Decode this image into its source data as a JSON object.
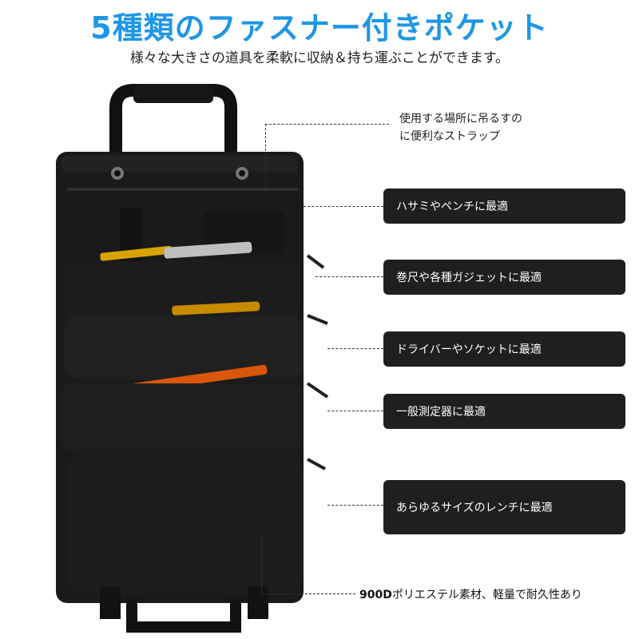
{
  "header": {
    "title": "5種類のファスナー付きポケット",
    "subtitle": "様々な大きさの道具を柔軟に収納＆持ち運ぶことができます。"
  },
  "callouts": {
    "strap_line1": "使用する場所に吊るすの",
    "strap_line2": "に便利なストラップ",
    "pocket1": "ハサミやペンチに最適",
    "pocket2": "巻尺や各種ガジェットに最適",
    "pocket3": "ドライバーやソケットに最適",
    "pocket4": "一般測定器に最適",
    "pocket5": "あらゆるサイズのレンチに最適",
    "material_bold": "900D",
    "material_rest": "ポリエステル素材、軽量で耐久性あり"
  },
  "colors": {
    "title": "#1e96e6",
    "bag": "#1b1b1b",
    "pill": "#1f1f1f"
  }
}
